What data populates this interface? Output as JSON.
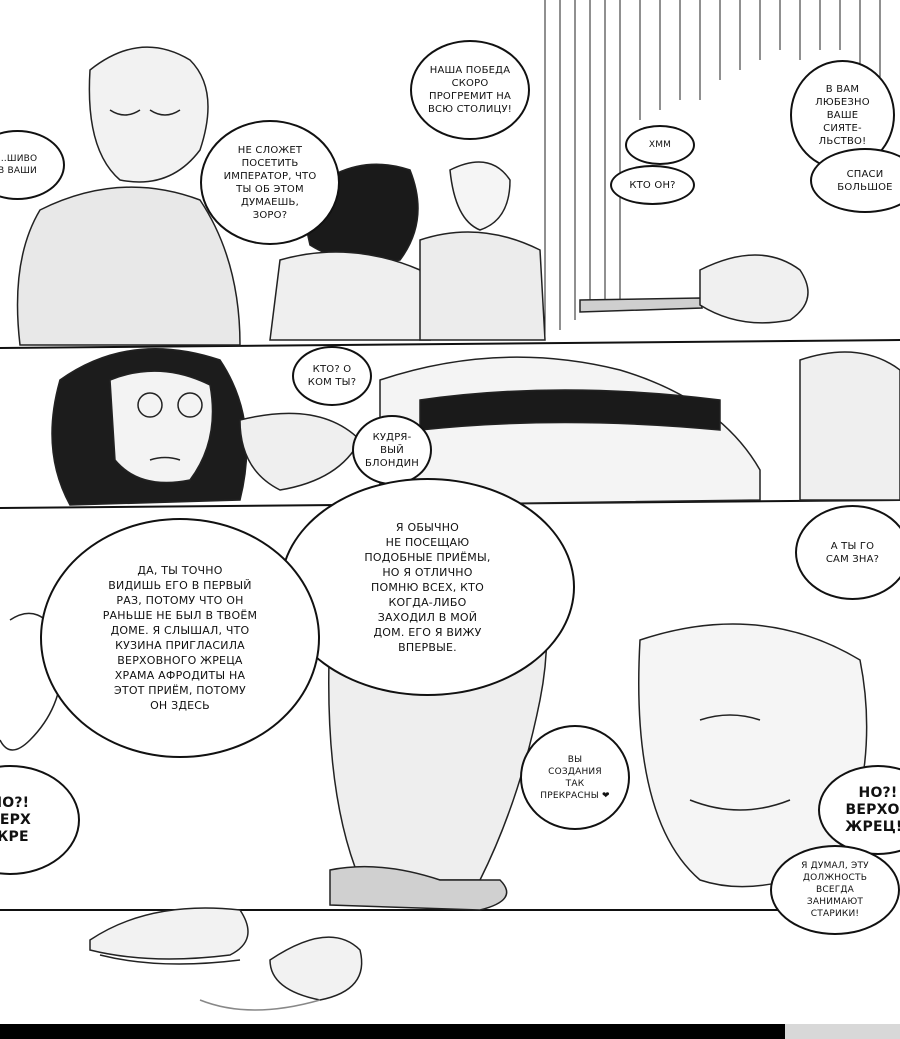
{
  "page": {
    "bubbles": [
      {
        "id": "b1",
        "text": "…ШИВО\nВ ВАШИ"
      },
      {
        "id": "b2",
        "text": "НАША ПОБЕДА\nСКОРО\nПРОГРЕМИТ НА\nВСЮ СТОЛИЦУ!"
      },
      {
        "id": "b3",
        "text": "НЕ СЛОЖЕТ\nПОСЕТИТЬ\nИМПЕРАТОР, ЧТО\nТЫ ОБ ЭТОМ\nДУМАЕШЬ,\nЗОРО?"
      },
      {
        "id": "b4",
        "text": "ХММ"
      },
      {
        "id": "b5",
        "text": "КТО ОН?"
      },
      {
        "id": "b6",
        "text": "В ВАМ\nЛЮБЕЗНО\nВАШЕ\nСИЯТЕ-\nЛЬСТВО!"
      },
      {
        "id": "b7",
        "text": "СПАСИ\nБОЛЬШОЕ"
      },
      {
        "id": "b8",
        "text": "КТО? О\nКОМ ТЫ?"
      },
      {
        "id": "b9",
        "text": "КУДРЯ-\nВЫЙ\nБЛОНДИН"
      },
      {
        "id": "b10",
        "text": "Я ОБЫЧНО\nНЕ ПОСЕЩАЮ\nПОДОБНЫЕ ПРИЁМЫ,\nНО Я ОТЛИЧНО\nПОМНЮ ВСЕХ, КТО\nКОГДА-ЛИБО\nЗАХОДИЛ В МОЙ\nДОМ. ЕГО Я ВИЖУ\nВПЕРВЫЕ."
      },
      {
        "id": "b11",
        "text": "ДА, ТЫ ТОЧНО\nВИДИШЬ ЕГО В ПЕРВЫЙ\nРАЗ, ПОТОМУ ЧТО ОН\nРАНЬШЕ НЕ БЫЛ В ТВОЁМ\nДОМЕ. Я СЛЫШАЛ, ЧТО\nКУЗИНА ПРИГЛАСИЛА\nВЕРХОВНОГО ЖРЕЦА\nХРАМА АФРОДИТЫ НА\nЭТОТ ПРИЁМ, ПОТОМУ\nОН ЗДЕСЬ"
      },
      {
        "id": "b12",
        "text": "А ТЫ ГО\nСАМ ЗНА?"
      },
      {
        "id": "b13",
        "text": "ВЫ\nСОЗДАНИЯ\nТАК\nПРЕКРАСНЫ ❤"
      },
      {
        "id": "b14",
        "text": "НО?!\nВЕРХОВ\nЖРЕЦ!?"
      },
      {
        "id": "b15",
        "text": "ЧО?!\nВЕРХ\nЖРЕ"
      },
      {
        "id": "b16",
        "text": "Я ДУМАЛ, ЭТУ\nДОЛЖНОСТЬ\nВСЕГДА\nЗАНИМАЮТ\nСТАРИКИ!"
      }
    ]
  }
}
